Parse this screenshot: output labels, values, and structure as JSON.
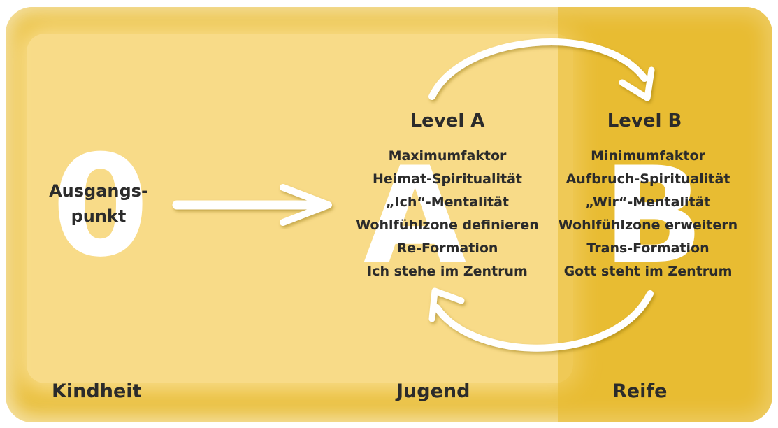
{
  "origin": {
    "digit": "0",
    "label_line1": "Ausgangs-",
    "label_line2": "punkt"
  },
  "level_a": {
    "letter": "A",
    "title": "Level A",
    "items": [
      "Maximumfaktor",
      "Heimat-Spiritualität",
      "„Ich“-Mentalität",
      "Wohlfühlzone definieren",
      "Re-Formation",
      "Ich stehe im Zentrum"
    ]
  },
  "level_b": {
    "letter": "B",
    "title": "Level B",
    "items": [
      "Minimumfaktor",
      "Aufbruch-Spiritualität",
      "„Wir“-Mentalität",
      "Wohlfühlzone erweitern",
      "Trans-Formation",
      "Gott steht im Zentrum"
    ]
  },
  "stages": [
    "Kindheit",
    "Jugend",
    "Reife"
  ],
  "colors": {
    "frame": "#e9be38",
    "panel_light": "#f8e09a",
    "text": "#2b2b2b",
    "arrow": "#ffffff"
  }
}
